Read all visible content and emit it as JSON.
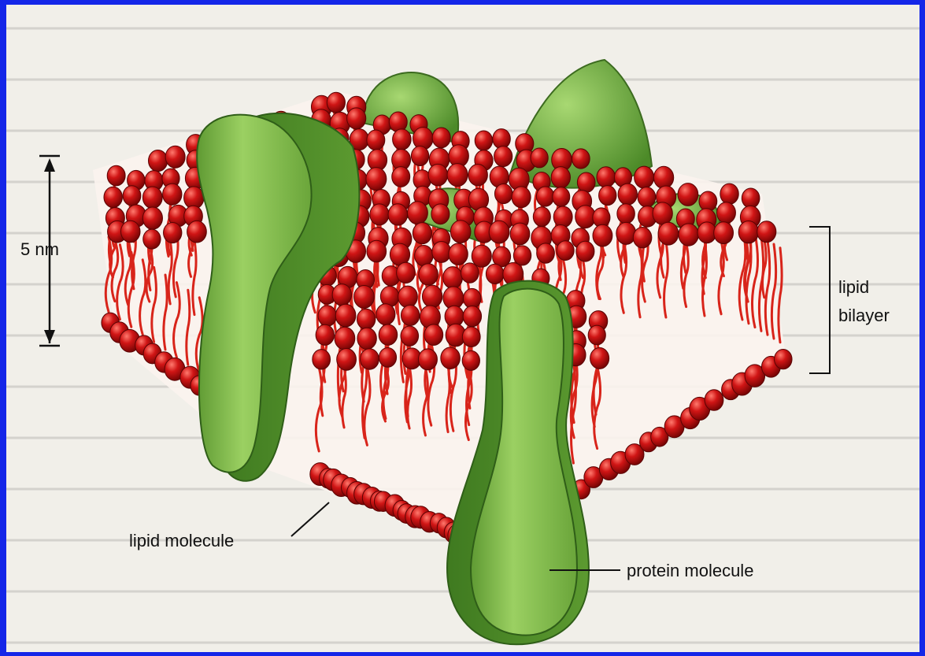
{
  "labels": {
    "scale": "5 nm",
    "bilayer_line1": "lipid",
    "bilayer_line2": "bilayer",
    "lipid_molecule": "lipid molecule",
    "protein_molecule": "protein molecule"
  },
  "colors": {
    "frame": "#1426e8",
    "page": "#f1efe9",
    "lipid_head": "#c40d0d",
    "lipid_head_highlight": "#ff6b60",
    "lipid_tail": "#d8241a",
    "protein_light": "#8ec455",
    "protein_dark": "#4f8a2a"
  }
}
